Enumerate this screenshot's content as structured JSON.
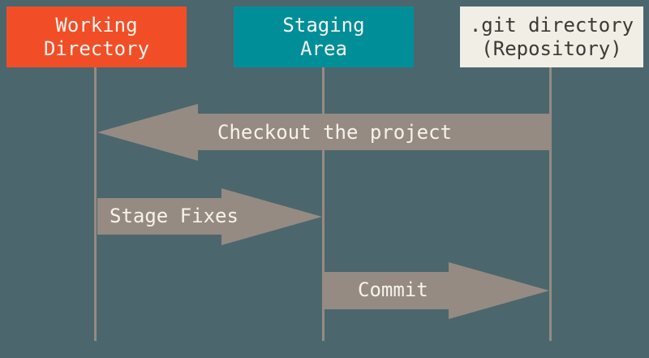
{
  "colors": {
    "background": "#4C666D",
    "working_box_bg": "#F14E27",
    "staging_box_bg": "#008F99",
    "git_box_bg": "#F0EEE5",
    "arrow_fill": "#958B82",
    "lifeline": "#958B82",
    "light_text": "#F6F3ED",
    "dark_text": "#3D3935"
  },
  "boxes": [
    {
      "id": "working-directory",
      "lines": [
        "Working",
        "Directory"
      ]
    },
    {
      "id": "staging-area",
      "lines": [
        "Staging",
        "Area"
      ]
    },
    {
      "id": "git-directory",
      "lines": [
        ".git directory",
        "(Repository)"
      ]
    }
  ],
  "arrows": [
    {
      "id": "checkout",
      "label": "Checkout the project",
      "direction": "left",
      "from": "git-directory",
      "to": "working-directory"
    },
    {
      "id": "stage-fixes",
      "label": "Stage Fixes",
      "direction": "right",
      "from": "working-directory",
      "to": "staging-area"
    },
    {
      "id": "commit",
      "label": "Commit",
      "direction": "right",
      "from": "staging-area",
      "to": "git-directory"
    }
  ]
}
